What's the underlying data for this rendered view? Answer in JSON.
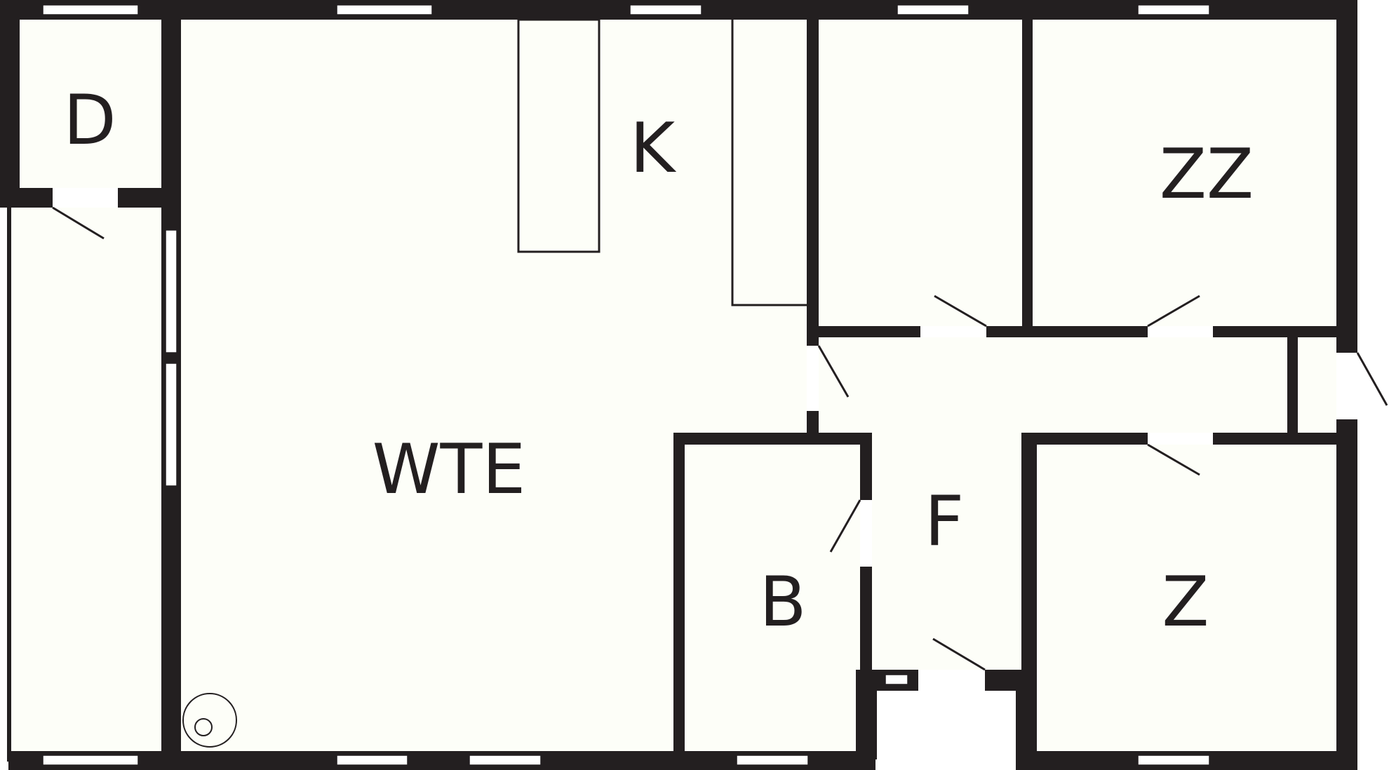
{
  "colors": {
    "wall": "#231f20",
    "floor": "#fdfef8",
    "window": "#ffffff",
    "line": "#231f20"
  },
  "rooms": {
    "d": {
      "label": "D"
    },
    "k": {
      "label": "K"
    },
    "wte": {
      "label": "WTE"
    },
    "zz": {
      "label": "ZZ"
    },
    "b": {
      "label": "B"
    },
    "f": {
      "label": "F"
    },
    "z": {
      "label": "Z"
    }
  }
}
